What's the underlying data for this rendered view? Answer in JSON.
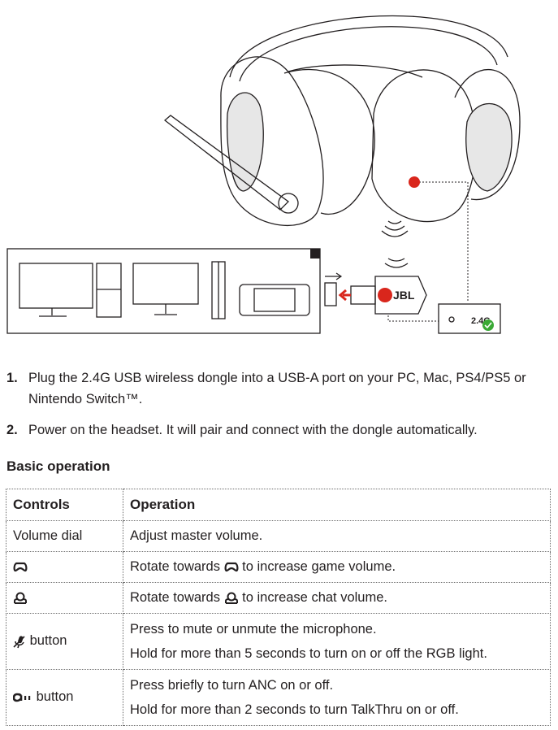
{
  "illustration": {
    "dongle_label": "2.4G",
    "dongle_brand": "JBL"
  },
  "steps": [
    {
      "num": "1.",
      "text": "Plug the 2.4G USB wireless dongle into a USB-A port on your PC, Mac, PS4/PS5 or Nintendo Switch™."
    },
    {
      "num": "2.",
      "text": "Power on the headset. It will pair and connect with the dongle automatically."
    }
  ],
  "section_title": "Basic operation",
  "table": {
    "headers": [
      "Controls",
      "Operation"
    ],
    "rows": [
      {
        "control": "Volume dial",
        "lines": [
          "Adjust master volume."
        ]
      },
      {
        "control_icon": "game-volume-icon",
        "lines_pre": [
          "Rotate towards "
        ],
        "lines_post": [
          " to increase game volume."
        ]
      },
      {
        "control_icon": "chat-volume-icon",
        "lines_pre": [
          "Rotate towards "
        ],
        "lines_post": [
          " to increase chat volume."
        ]
      },
      {
        "control_icon": "mic-mute-icon",
        "control": "button",
        "lines": [
          "Press to mute or unmute the microphone.",
          "Hold for more than 5 seconds to turn on or off the RGB light."
        ]
      },
      {
        "control_icon": "anc-icon",
        "control": "button",
        "lines": [
          "Press briefly to turn ANC on or off.",
          "Hold for more than 2 seconds to turn TalkThru on or off."
        ]
      }
    ]
  }
}
